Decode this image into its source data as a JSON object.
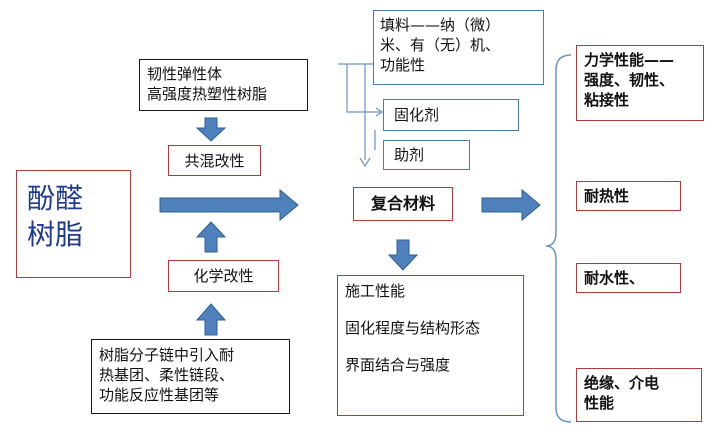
{
  "colors": {
    "arrow_fill": "#4f81bd",
    "arrow_stroke": "#2f5f95",
    "red_border": "#b23a3a",
    "blue_border": "#4a7ab0",
    "dark_border": "#1a1a1a",
    "title_text": "#1f3a8c"
  },
  "phenolic": {
    "line1": "酚醛",
    "line2": "树脂"
  },
  "tough": {
    "line1": "韧性弹性体",
    "line2": "高强度热塑性树脂"
  },
  "blend": "共混改性",
  "chem": "化学改性",
  "chem_desc": {
    "line1": "树脂分子链中引入耐",
    "line2": "热基团、柔性链段、",
    "line3": "功能反应性基团等"
  },
  "filler": {
    "line1": "填料——纳（微）",
    "line2": "米、有（无）机、",
    "line3": "功能性"
  },
  "curing_agent": "固化剂",
  "additive": "助剂",
  "composite": "复合材料",
  "process": {
    "line1": "施工性能",
    "line2": "固化程度与结构形态",
    "line3": "界面结合与强度"
  },
  "props": {
    "mech": {
      "line1": "力学性能——",
      "line2": "强度、韧性、",
      "line3": "粘接性"
    },
    "heat": "耐热性",
    "water": "耐水性、",
    "insul": {
      "line1": "绝缘、介电",
      "line2": "性能"
    }
  }
}
